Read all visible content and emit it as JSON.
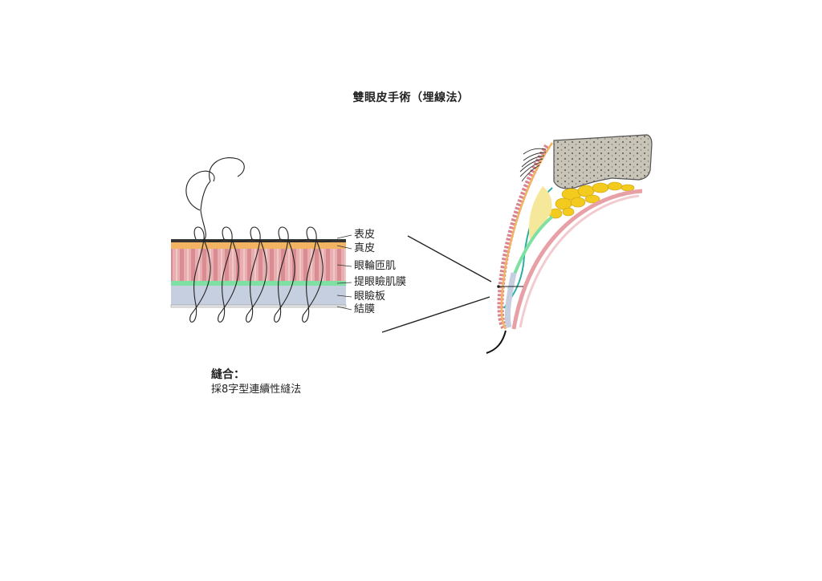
{
  "title": "雙眼皮手術（埋線法）",
  "layers": [
    {
      "name": "表皮",
      "color": "#f2b463"
    },
    {
      "name": "真皮",
      "color": "#f4cc93"
    },
    {
      "name": "眼輪匝肌",
      "color": "#e3a1a4"
    },
    {
      "name": "提眼瞼肌膜",
      "color": "#7fe0a3"
    },
    {
      "name": "眼瞼板",
      "color": "#c6cfe0"
    },
    {
      "name": "結膜",
      "color": "#eeeeee"
    }
  ],
  "suture": {
    "heading": "縫合：",
    "description": "採8字型連續性縫法"
  }
}
